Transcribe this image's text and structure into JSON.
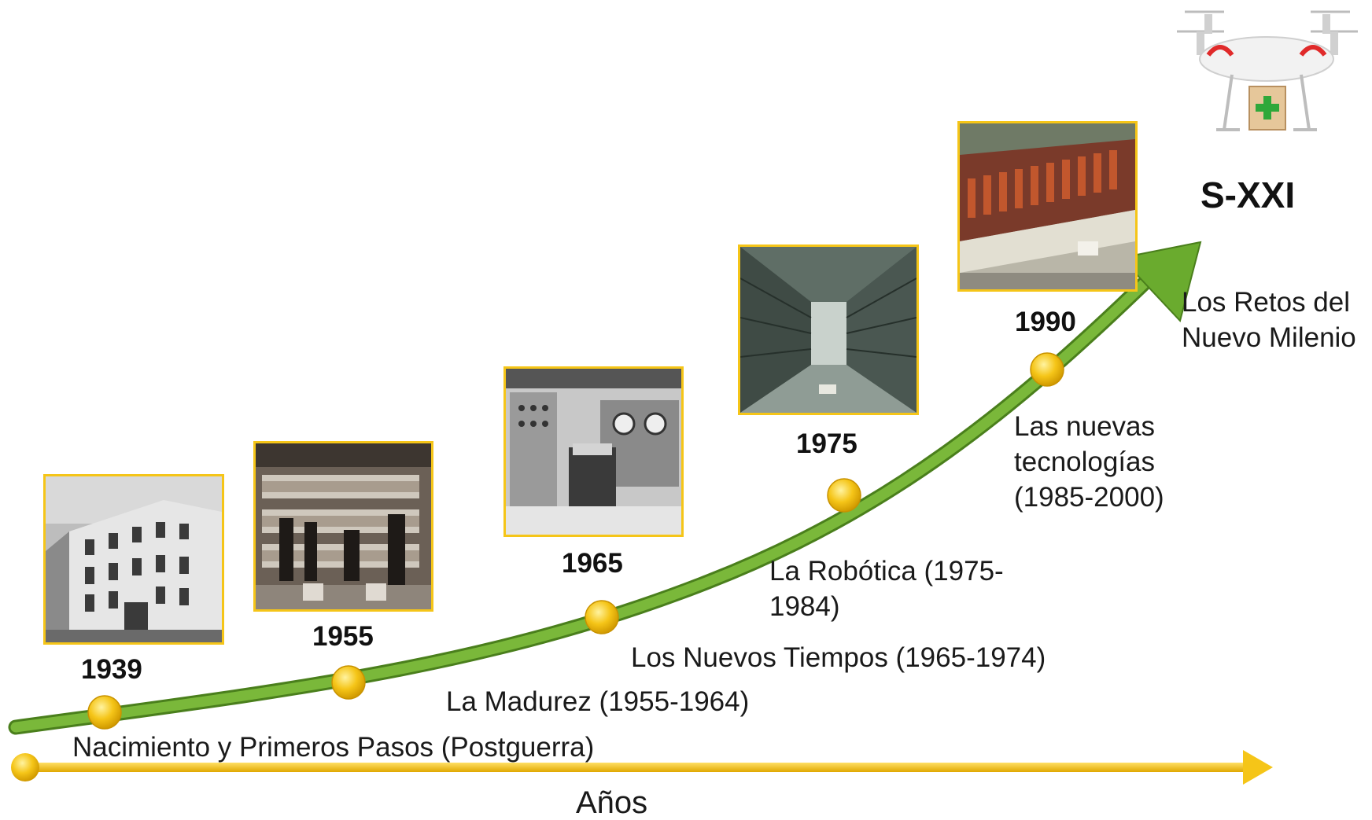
{
  "axis": {
    "label": "Años"
  },
  "milestones": [
    {
      "year": "1939",
      "label": "Nacimiento y Primeros Pasos (Postguerra)",
      "photo_icon": "building-facade-photo"
    },
    {
      "year": "1955",
      "label": "La Madurez (1955-1964)",
      "photo_icon": "mail-sorting-room-photo"
    },
    {
      "year": "1965",
      "label": "Los Nuevos Tiempos (1965-1974)",
      "photo_icon": "computer-room-photo"
    },
    {
      "year": "1975",
      "label_line1": "La Robótica (1975-",
      "label_line2": "1984)",
      "photo_icon": "conveyor-corridor-photo"
    },
    {
      "year": "1990",
      "label_line1": "Las nuevas",
      "label_line2": "tecnologías",
      "label_line3": "(1985-2000)",
      "photo_icon": "sorting-machine-photo"
    }
  ],
  "future": {
    "title": "S-XXI",
    "label_line1": "Los Retos del",
    "label_line2": "Nuevo Milenio",
    "image_icon": "delivery-drone-icon"
  },
  "colors": {
    "curve": "#6aab2e",
    "axis": "#f5c518",
    "node": "#f5c518",
    "frame": "#f5c518"
  }
}
